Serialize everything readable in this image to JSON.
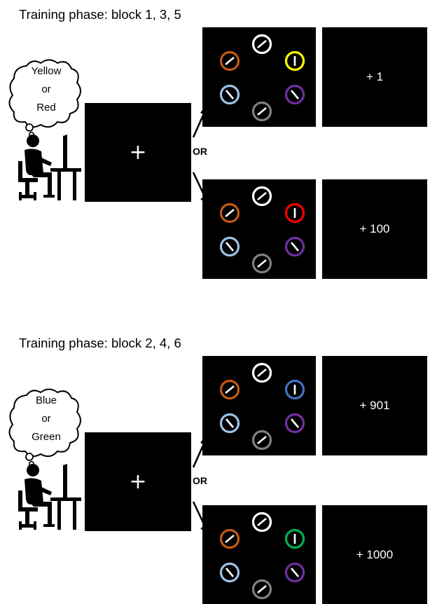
{
  "panels": [
    {
      "title": "Training phase: block 1, 3, 5",
      "thought": [
        "Yellow",
        "or",
        "Red"
      ],
      "fixation": "+",
      "or_label": "OR",
      "search_rows": [
        {
          "colors": [
            "#ffffff",
            "#c55a11",
            "#ffff00",
            "#9dc3e6",
            "#7030a0",
            "#808080"
          ],
          "feedback": "+ 1"
        },
        {
          "colors": [
            "#ffffff",
            "#c55a11",
            "#ff0000",
            "#9dc3e6",
            "#7030a0",
            "#808080"
          ],
          "feedback": "+ 100"
        }
      ]
    },
    {
      "title": "Training phase: block 2, 4, 6",
      "thought": [
        "Blue",
        "or",
        "Green"
      ],
      "fixation": "+",
      "or_label": "OR",
      "search_rows": [
        {
          "colors": [
            "#ffffff",
            "#c55a11",
            "#4472c4",
            "#9dc3e6",
            "#7030a0",
            "#808080"
          ],
          "feedback": "+ 901"
        },
        {
          "colors": [
            "#ffffff",
            "#c55a11",
            "#00b050",
            "#9dc3e6",
            "#7030a0",
            "#808080"
          ],
          "feedback": "+ 1000"
        }
      ]
    }
  ]
}
